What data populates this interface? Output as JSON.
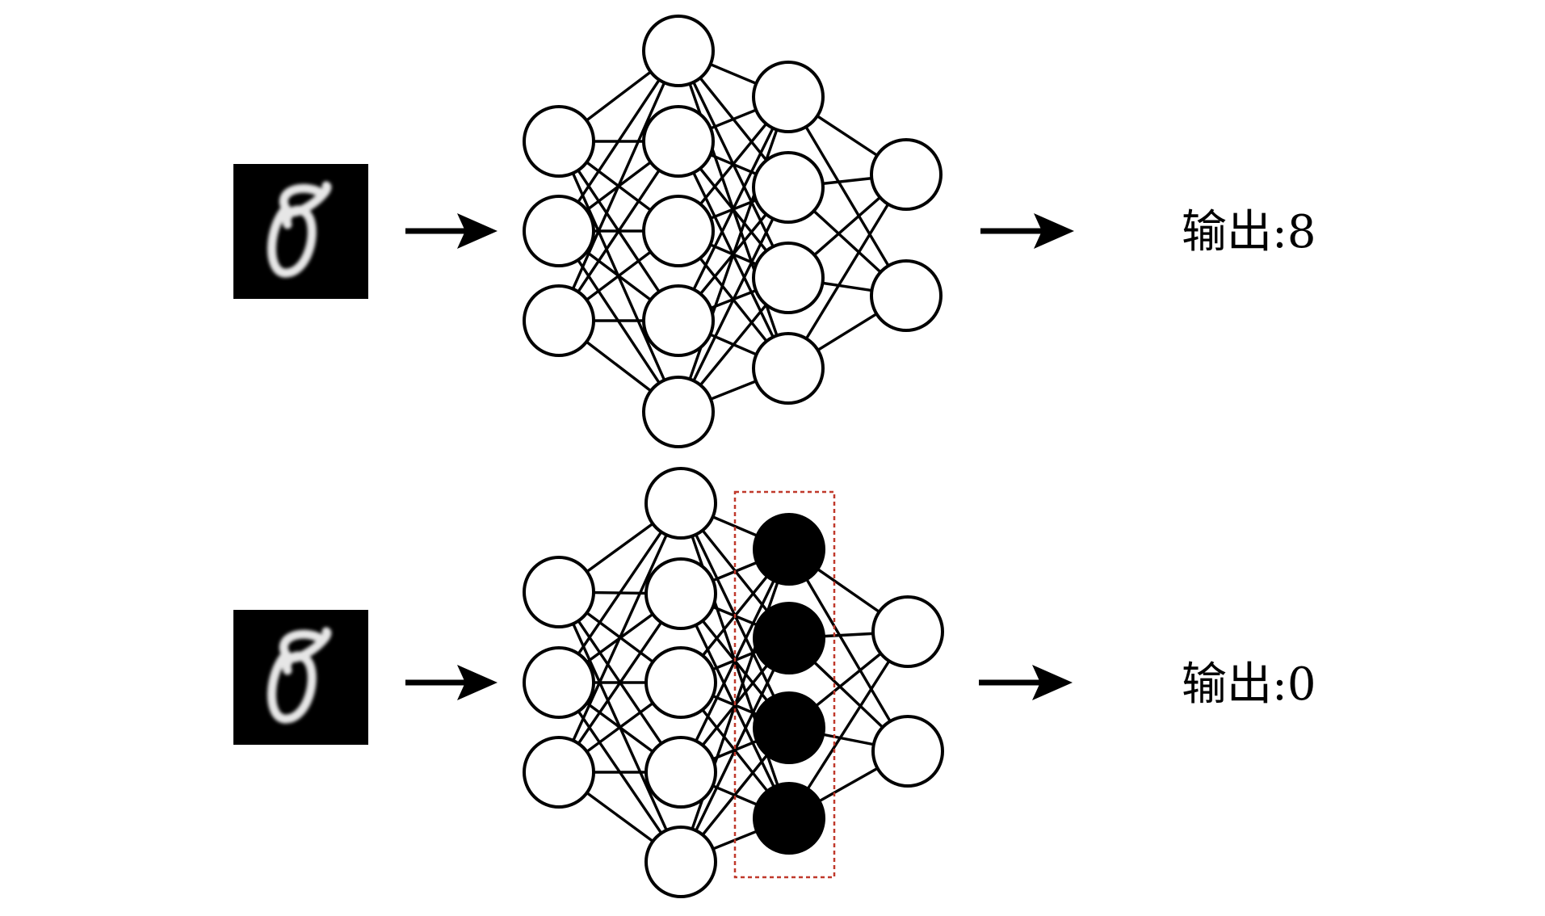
{
  "panels": [
    {
      "id": "top",
      "input_image": "handwritten-digit-8",
      "output_label": "输出:8",
      "layers": [
        3,
        5,
        4,
        2
      ],
      "highlighted_layer": null
    },
    {
      "id": "bottom",
      "input_image": "handwritten-digit-8",
      "output_label": "输出:0",
      "layers": [
        3,
        5,
        4,
        2
      ],
      "highlighted_layer": 2
    }
  ],
  "colors": {
    "node_fill": "#ffffff",
    "node_stroke": "#000000",
    "active_node_fill": "#000000",
    "highlight_box": "#c0392b",
    "digit_bg": "#000000",
    "digit_stroke": "#e6e6e6"
  }
}
